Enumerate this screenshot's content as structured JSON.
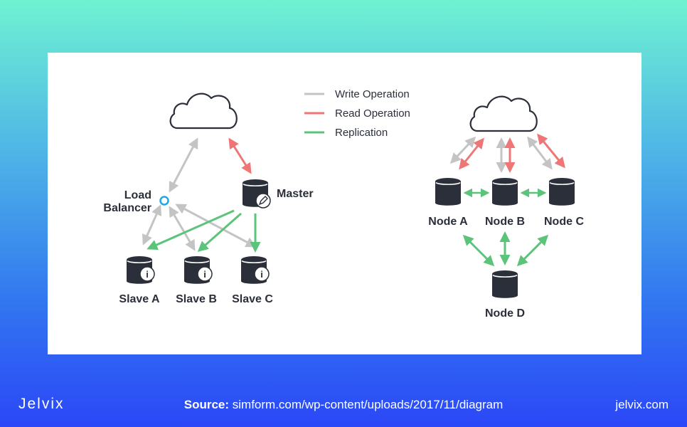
{
  "legend": {
    "write": "Write Operation",
    "read": "Read Operation",
    "replication": "Replication"
  },
  "left": {
    "load_balancer_line1": "Load",
    "load_balancer_line2": "Balancer",
    "master": "Master",
    "slave_a": "Slave A",
    "slave_b": "Slave B",
    "slave_c": "Slave C"
  },
  "right": {
    "node_a": "Node A",
    "node_b": "Node B",
    "node_c": "Node C",
    "node_d": "Node D"
  },
  "footer": {
    "brand": "Jelvix",
    "source_label": "Source:",
    "source_url": "simform.com/wp-content/uploads/2017/11/diagram",
    "site": "jelvix.com"
  },
  "colors": {
    "write": "#c4c4c4",
    "read": "#ef7676",
    "replication": "#5cc47a",
    "load_balancer": "#1fa8e8",
    "node": "#2b2f3a"
  }
}
